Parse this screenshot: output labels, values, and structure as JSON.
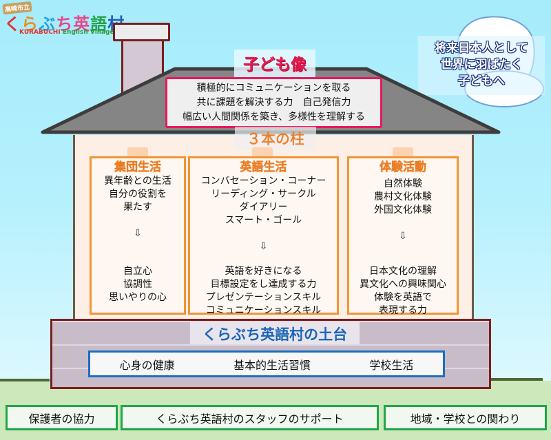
{
  "logo": {
    "badge": "高崎市立",
    "title_chars": [
      "く",
      "ら",
      "ぶ",
      "ち",
      "英",
      "語",
      "村"
    ],
    "subtitle_red": "KURABUCHI",
    "subtitle_rest": "English Village"
  },
  "motto": {
    "lines": [
      "将来日本人として",
      "世界に羽ばたく",
      "子どもへ"
    ]
  },
  "child_image": {
    "title": "子ども像",
    "lines": [
      "積極的にコミュニケーションを取る",
      "共に課題を解決する力　自己発信力",
      "幅広い人間関係を築き、多様性を理解する"
    ]
  },
  "pillars": {
    "title": "３本の柱",
    "columns": [
      {
        "title": "集団生活",
        "activities": [
          "異年齢との生活",
          "自分の役割を",
          "果たす"
        ],
        "arrow": "⇩",
        "outcomes": [
          "自立心",
          "協調性",
          "思いやりの心"
        ]
      },
      {
        "title": "英語生活",
        "activities": [
          "コンバセーション・コーナー",
          "リーディング・サークル",
          "ダイアリー",
          "スマート・ゴール"
        ],
        "arrow": "⇩",
        "outcomes": [
          "英語を好きになる",
          "目標設定をし達成する力",
          "プレゼンテーションスキル",
          "コミュニケーションスキル"
        ]
      },
      {
        "title": "体験活動",
        "activities": [
          "自然体験",
          "農村文化体験",
          "外国文化体験"
        ],
        "arrow": "⇩",
        "outcomes": [
          "日本文化の理解",
          "異文化への興味関心",
          "体験を英語で",
          "表現する力"
        ]
      }
    ]
  },
  "foundation": {
    "title": "くらぶち英語村の土台",
    "items": [
      "心身の健康",
      "基本的生活習慣",
      "学校生活"
    ]
  },
  "support": {
    "items": [
      "保護者の協力",
      "くらぶち英語村のスタッフのサポート",
      "地域・学校との関わり"
    ]
  },
  "colors": {
    "sky": "#a6ecfb",
    "child_accent": "#e8185c",
    "pillar_accent": "#f39433",
    "foundation_accent": "#1a6ec0",
    "support_accent": "#1fa648",
    "ground": "#cde8bb"
  }
}
